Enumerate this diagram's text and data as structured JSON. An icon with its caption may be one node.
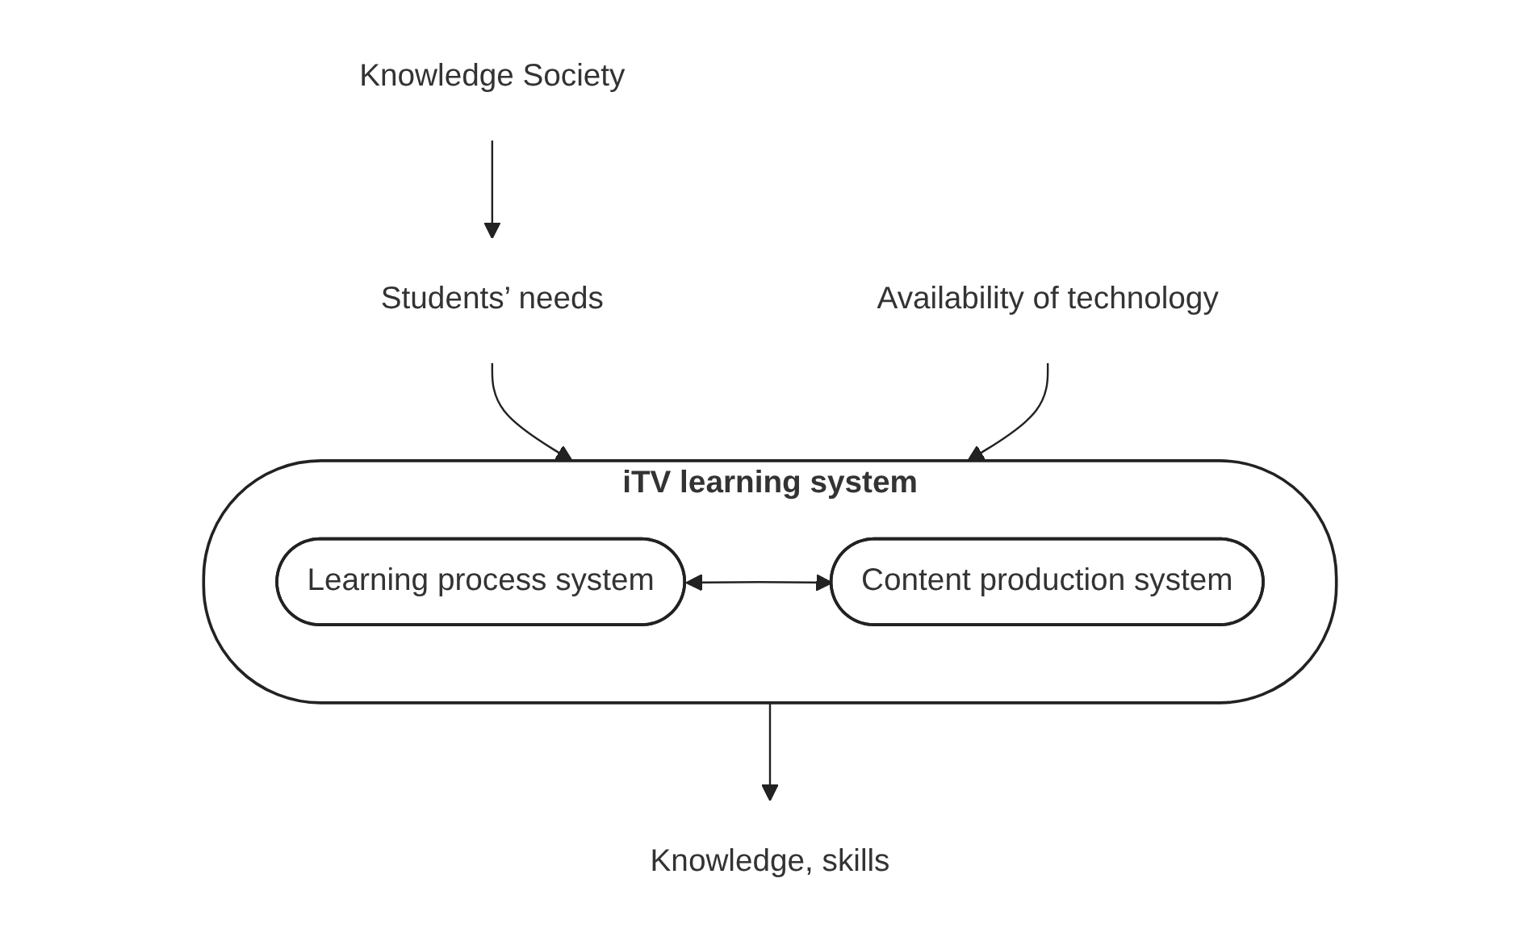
{
  "diagram": {
    "nodes": [
      {
        "text": [
          "Students’ needs"
        ]
      },
      {
        "text": [
          "Knowledge Society"
        ]
      },
      {
        "text": [
          "Availability of technology"
        ]
      },
      {
        "text": [
          "iTV learning system"
        ]
      },
      {
        "text": [
          "Learning process system"
        ],
        "in": 3
      },
      {
        "text": [
          "Content production system"
        ],
        "in": 3
      },
      {
        "text": [
          "Knowledge, skills"
        ]
      }
    ],
    "edges": [
      {
        "from": 1,
        "to": 0,
        "arrow": "to"
      },
      {
        "from": 0,
        "to": 3,
        "arrow": "to"
      },
      {
        "from": 2,
        "to": 3,
        "arrow": "to"
      },
      {
        "from": 4,
        "to": 5,
        "arrow": "both"
      },
      {
        "from": 3,
        "to": 6,
        "arrow": "to"
      }
    ]
  }
}
